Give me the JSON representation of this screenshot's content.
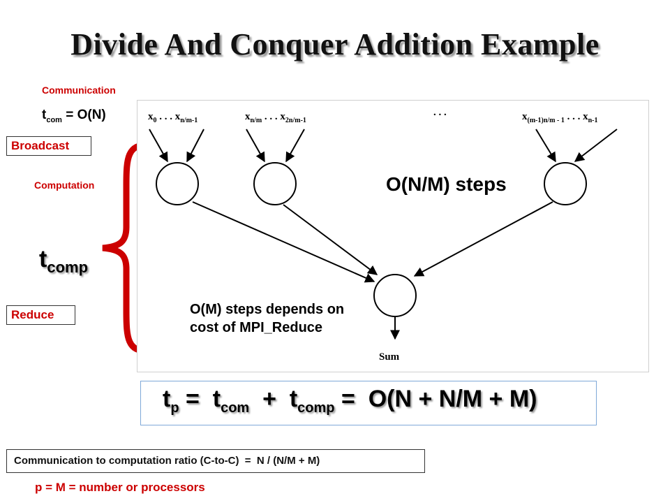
{
  "title": "Divide And Conquer Addition Example",
  "left_labels": {
    "communication": "Communication",
    "computation": "Computation",
    "broadcast": "Broadcast",
    "reduce": "Reduce"
  },
  "tcom": {
    "t": "t",
    "sub": "com",
    "rest": " = O(N)"
  },
  "tcomp": {
    "t": "t",
    "sub": "comp"
  },
  "diagram": {
    "inputs": {
      "group1_a": "x",
      "group1_a_sub": "0",
      "group1_dots": " . . . ",
      "group1_b": "x",
      "group1_b_sub": "n/m-1",
      "group2_a": "x",
      "group2_a_sub": "n/m",
      "group2_dots": " . . . ",
      "group2_b": "x",
      "group2_b_sub": "2n/m-1",
      "middle_dots": ". . .",
      "group3_a": "x",
      "group3_a_sub": "(m-1)n/m - 1",
      "group3_dots": " . . . ",
      "group3_b": "x",
      "group3_b_sub": "n-1"
    },
    "sum_label": "Sum",
    "nm_steps": "O(N/M) steps",
    "m_steps": "O(M) steps depends on cost of MPI_Reduce"
  },
  "formula": {
    "tp": "t",
    "tp_sub": "p",
    "eq1": " =  ",
    "tcom": "t",
    "tcom_sub": "com",
    "plus": "  +  ",
    "tcomp": "t",
    "tcomp_sub": "comp",
    "rest": " =  O(N + N/M + M)"
  },
  "ratio": "Communication to computation ratio (C-to-C)  =  N / (N/M + M)",
  "footnote": "p = M = number or processors",
  "colors": {
    "accent_red": "#cc0000",
    "formula_border": "#7fa8d8"
  }
}
